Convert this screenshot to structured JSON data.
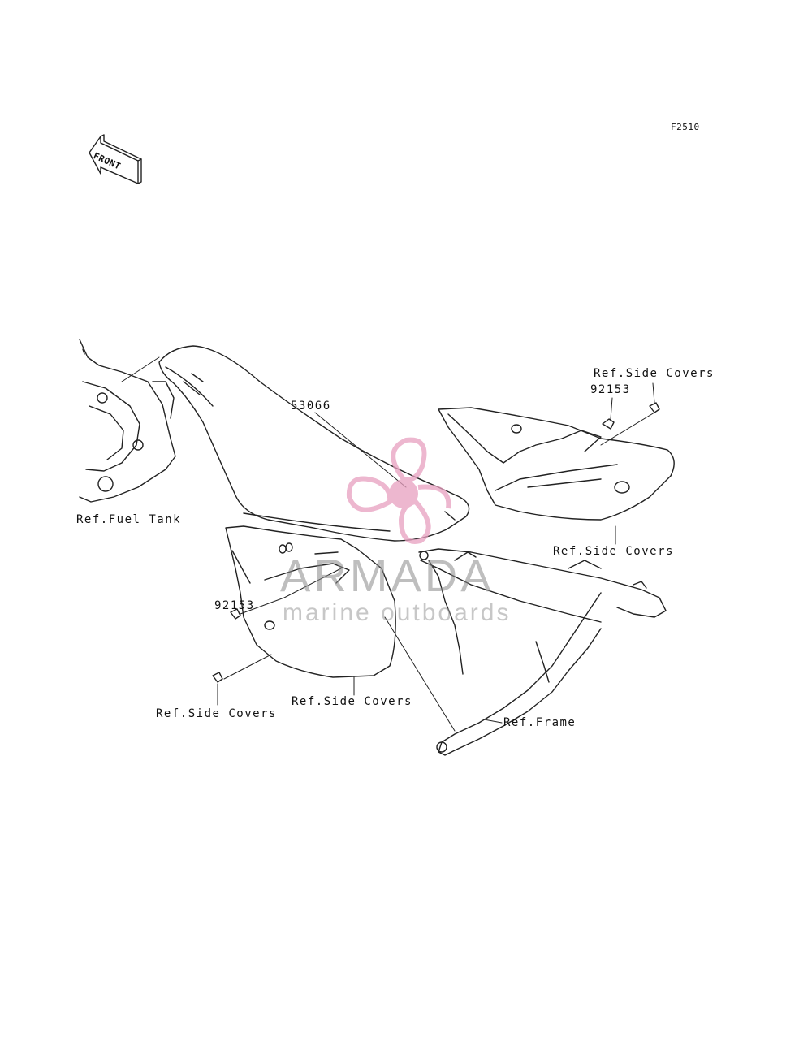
{
  "diagram_code": "F2510",
  "front_label": "FRONT",
  "callouts": {
    "seat_part": "53066",
    "bolt_upper": "92153",
    "bolt_lower": "92153",
    "ref_side_covers_top": "Ref.Side Covers",
    "ref_side_covers_right": "Ref.Side Covers",
    "ref_side_covers_mid": "Ref.Side Covers",
    "ref_side_covers_lower": "Ref.Side Covers",
    "ref_fuel_tank": "Ref.Fuel Tank",
    "ref_frame": "Ref.Frame"
  },
  "watermark": {
    "title": "ARMADA",
    "subtitle": "marine outboards",
    "logo_color": "#e8a0c0"
  }
}
